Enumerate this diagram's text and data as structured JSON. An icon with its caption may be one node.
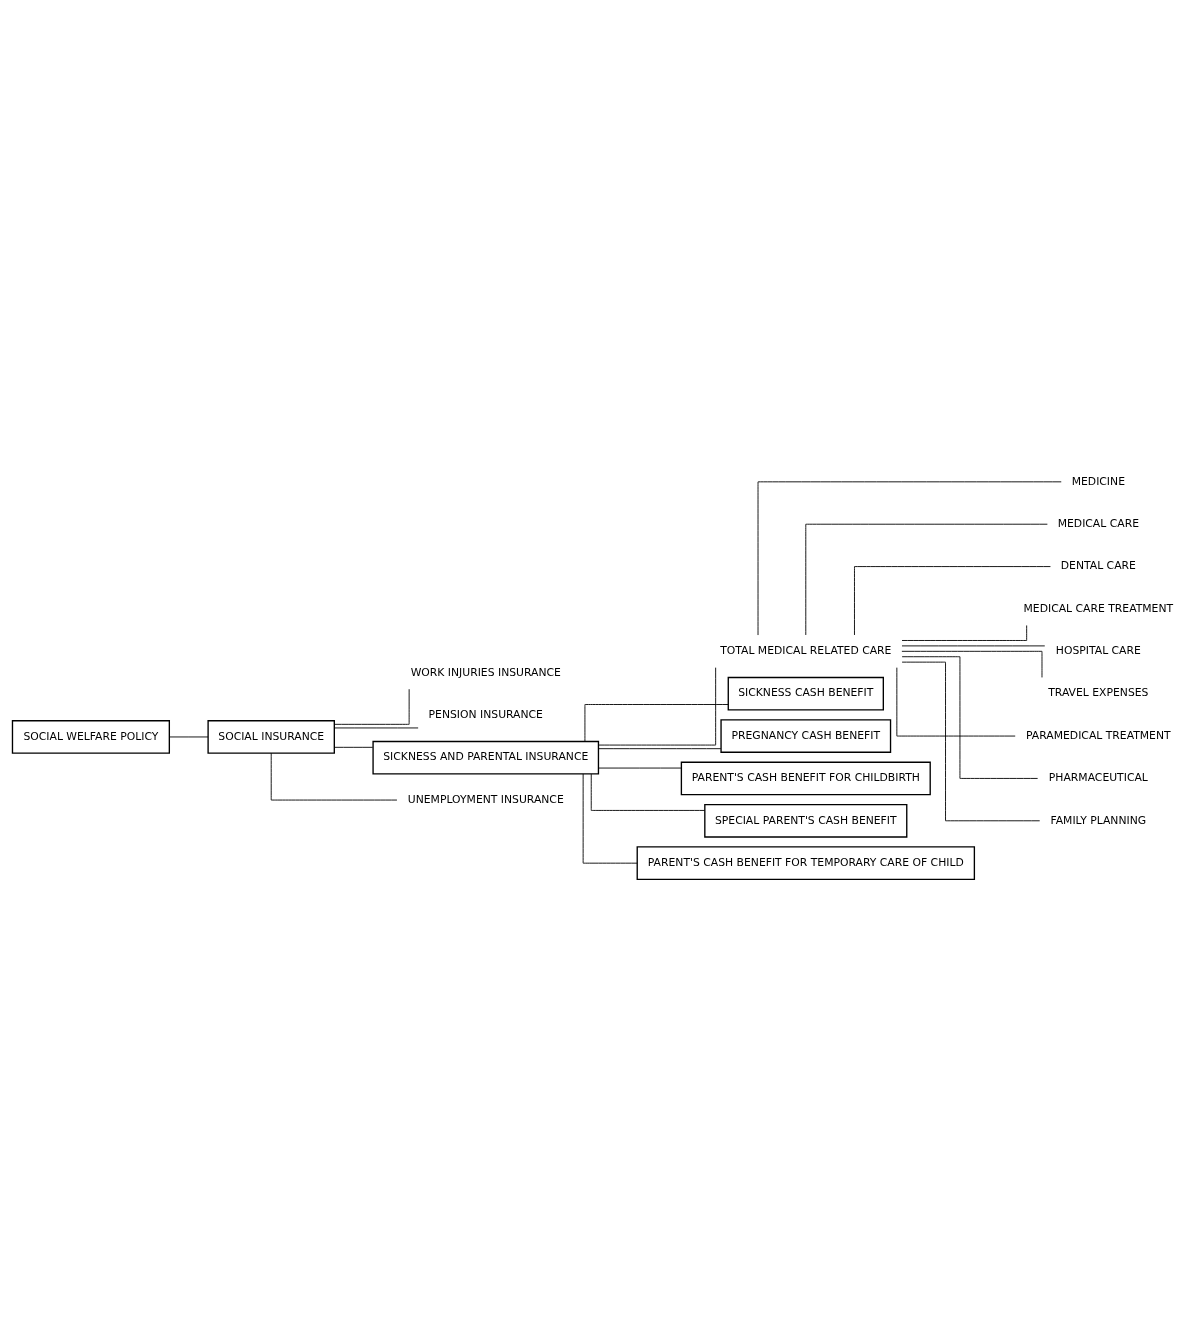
{
  "diagram": {
    "nodes": [
      {
        "text": [
          "SOCIAL WELFARE POLICY"
        ]
      },
      {
        "text": [
          "SOCIAL INSURANCE"
        ]
      },
      {
        "text": [
          "WORK INJURIES INSURANCE"
        ]
      },
      {
        "text": [
          "PENSION INSURANCE"
        ]
      },
      {
        "text": [
          "SICKNESS AND PARENTAL INSURANCE"
        ]
      },
      {
        "text": [
          "UNEMPLOYMENT INSURANCE"
        ]
      },
      {
        "text": [
          "TOTAL MEDICAL RELATED CARE"
        ]
      },
      {
        "text": [
          "MEDICINE"
        ]
      },
      {
        "text": [
          "MEDICAL CARE"
        ]
      },
      {
        "text": [
          "DENTAL CARE"
        ]
      },
      {
        "text": [
          "MEDICAL CARE TREATMENT"
        ]
      },
      {
        "text": [
          "HOSPITAL CARE"
        ]
      },
      {
        "text": [
          "TRAVEL EXPENSES"
        ]
      },
      {
        "text": [
          "PARAMEDICAL TREATMENT"
        ]
      },
      {
        "text": [
          "PHARMACEUTICAL"
        ]
      },
      {
        "text": [
          "FAMILY PLANNING"
        ]
      },
      {
        "text": [
          "SICKNESS CASH BENEFIT"
        ]
      },
      {
        "text": [
          "PREGNANCY CASH BENEFIT"
        ]
      },
      {
        "text": [
          "PARENT'S CASH BENEFIT FOR CHILDBIRTH"
        ]
      },
      {
        "text": [
          "SPECIAL PARENT'S CASH BENEFIT"
        ]
      },
      {
        "text": [
          "PARENT'S CASH BENEFIT FOR TEMPORARY CARE OF CHILD"
        ]
      }
    ],
    "edges": [
      {
        "from": 0,
        "to": 1,
        "arrow": "none"
      },
      {
        "from": 1,
        "to": 2,
        "arrow": "none"
      },
      {
        "from": 1,
        "to": 3,
        "arrow": "none"
      },
      {
        "from": 1,
        "to": 4,
        "arrow": "none"
      },
      {
        "from": 1,
        "to": 5,
        "arrow": "none"
      },
      {
        "from": 4,
        "to": 6,
        "arrow": "none"
      },
      {
        "from": 6,
        "to": 7,
        "arrow": "none"
      },
      {
        "from": 6,
        "to": 8,
        "arrow": "none"
      },
      {
        "from": 6,
        "to": 9,
        "arrow": "none"
      },
      {
        "from": 6,
        "to": 10,
        "arrow": "none"
      },
      {
        "from": 6,
        "to": 11,
        "arrow": "none"
      },
      {
        "from": 6,
        "to": 12,
        "arrow": "none"
      },
      {
        "from": 6,
        "to": 13,
        "arrow": "none"
      },
      {
        "from": 6,
        "to": 14,
        "arrow": "none"
      },
      {
        "from": 6,
        "to": 15,
        "arrow": "none"
      },
      {
        "from": 4,
        "to": 16,
        "arrow": "none"
      },
      {
        "from": 4,
        "to": 17,
        "arrow": "none"
      },
      {
        "from": 4,
        "to": 18,
        "arrow": "none"
      },
      {
        "from": 4,
        "to": 19,
        "arrow": "none"
      },
      {
        "from": 4,
        "to": 20,
        "arrow": "none"
      }
    ]
  }
}
